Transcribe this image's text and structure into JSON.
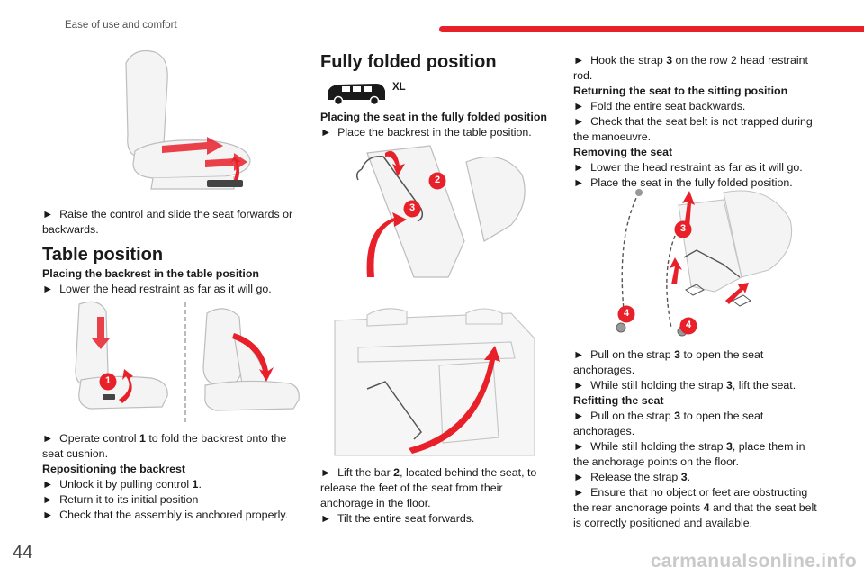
{
  "header": {
    "section_title": "Ease of use and comfort"
  },
  "page_number": "44",
  "watermark": "carmanualsonline.info",
  "colors": {
    "accent": "#e8202a",
    "callout": "#e8202a"
  },
  "col1": {
    "slide_instruction": {
      "arrow": "►",
      "text": "Raise the control and slide the seat forwards or backwards."
    },
    "table_heading": "Table position",
    "table_subheading": "Placing the backrest in the table position",
    "table_step1": {
      "arrow": "►",
      "text": "Lower the head restraint as far as it will go."
    },
    "callout_1": "1",
    "operate": {
      "arrow": "►",
      "pre": "Operate control ",
      "num": "1",
      "post": " to fold the backrest onto the seat cushion."
    },
    "repositioning_heading": "Repositioning the backrest",
    "unlock": {
      "arrow": "►",
      "pre": "Unlock it by pulling control ",
      "num": "1",
      "post": "."
    },
    "return": {
      "arrow": "►",
      "text": "Return it to its initial position"
    },
    "check": {
      "arrow": "►",
      "text": "Check that the assembly is anchored properly."
    }
  },
  "col2": {
    "heading": "Fully folded position",
    "vehicle_badge": "XL",
    "subheading": "Placing the seat in the fully folded position",
    "step_backrest": {
      "arrow": "►",
      "text": "Place the backrest in the table position."
    },
    "callout_2": "2",
    "callout_3": "3",
    "lift": {
      "arrow": "►",
      "pre": "Lift the bar ",
      "num": "2",
      "post": ", located behind the seat, to release the feet of the seat from their anchorage in the floor."
    },
    "tilt": {
      "arrow": "►",
      "text": "Tilt the entire seat forwards."
    }
  },
  "col3": {
    "hook": {
      "arrow": "►",
      "pre": "Hook the strap ",
      "num": "3",
      "post": " on the row 2 head restraint rod."
    },
    "returning_heading": "Returning the seat to the sitting position",
    "fold_back": {
      "arrow": "►",
      "text": "Fold the entire seat backwards."
    },
    "check_belt": {
      "arrow": "►",
      "text": "Check that the seat belt is not trapped during the manoeuvre."
    },
    "removing_heading": "Removing the seat",
    "lower": {
      "arrow": "►",
      "text": "Lower the head restraint as far as it will go."
    },
    "place_folded": {
      "arrow": "►",
      "text": "Place the seat in the fully folded position."
    },
    "callout_3": "3",
    "callout_4a": "4",
    "callout_4b": "4",
    "pull1": {
      "arrow": "►",
      "pre": "Pull on the strap ",
      "num": "3",
      "post": " to open the seat anchorages."
    },
    "while_lift": {
      "arrow": "►",
      "pre": "While still holding the strap ",
      "num": "3",
      "post": ", lift the seat."
    },
    "refitting_heading": "Refitting the seat",
    "pull2": {
      "arrow": "►",
      "pre": "Pull on the strap ",
      "num": "3",
      "post": " to open the seat anchorages."
    },
    "while_place": {
      "arrow": "►",
      "pre": "While still holding the strap ",
      "num": "3",
      "post": ", place them in the anchorage points on the floor."
    },
    "release": {
      "arrow": "►",
      "pre": "Release the strap ",
      "num": "3",
      "post": "."
    },
    "ensure": {
      "arrow": "►",
      "pre": "Ensure that no object or feet are obstructing the rear anchorage points ",
      "num": "4",
      "post": " and that the seat belt is correctly positioned and available."
    }
  }
}
